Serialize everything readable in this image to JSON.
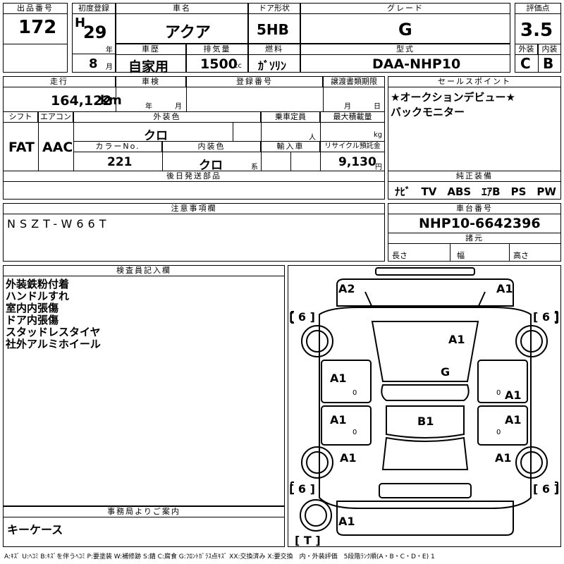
{
  "header": {
    "lot_label": "出品番号",
    "lot": "172",
    "reg_label": "初度登録",
    "era": "H",
    "year": "29",
    "year_unit": "年",
    "month": "8",
    "month_unit": "月",
    "name_label": "車名",
    "name": "アクア",
    "door_label": "ドア形状",
    "door": "5HB",
    "grade_label": "グレード",
    "grade": "G",
    "score_label": "評価点",
    "score": "3.5",
    "history_label": "車歴",
    "history": "自家用",
    "displacement_label": "排気量",
    "displacement": "1500",
    "displacement_unit": "cc",
    "fuel_label": "燃料",
    "fuel": "ｶﾞｿﾘﾝ",
    "model_label": "型式",
    "model": "DAA-NHP10",
    "ext_label": "外装",
    "ext_grade": "C",
    "int_label": "内装",
    "int_grade": "B"
  },
  "row2": {
    "mileage_label": "走行",
    "mileage": "164,122",
    "mileage_unit": "km",
    "inspection_label": "車検",
    "insp_year_unit": "年",
    "insp_month_unit": "月",
    "regno_label": "登録番号",
    "transfer_label": "譲渡書類期限",
    "tr_month_unit": "月",
    "tr_day_unit": "日",
    "shift_label": "シフト",
    "shift": "FAT",
    "ac_label": "エアコン",
    "ac": "AAC",
    "color_label": "外装色",
    "color": "クロ",
    "capacity_label": "乗車定員",
    "capacity_unit": "人",
    "load_label": "最大積載量",
    "load_unit": "kg",
    "colorno_label": "カラーNo.",
    "colorno": "221",
    "intcolor_label": "内装色",
    "intcolor": "クロ",
    "intcolor_unit": "系",
    "import_label": "輸入車",
    "recycle_label": "リサイクル預託金",
    "recycle": "9,130",
    "recycle_unit": "円",
    "later_label": "後日発送部品"
  },
  "sales": {
    "label": "セールスポイント",
    "lines": [
      "★オークションデビュー★",
      "バックモニター"
    ]
  },
  "equipment": {
    "label": "純正装備",
    "items": "ﾅﾋﾞ　TV　ABS　ｴｱB　PS　PW"
  },
  "notes": {
    "label": "注意事項欄",
    "text": "NSZT-W66T"
  },
  "chassis": {
    "label": "車台番号",
    "value": "NHP10-6642396"
  },
  "dims": {
    "label": "諸元",
    "length": "長さ",
    "width": "幅",
    "height": "高さ"
  },
  "inspector": {
    "label": "検査員記入欄",
    "lines": [
      "外装鉄粉付着",
      "ハンドルすれ",
      "室内内張傷",
      "ドア内張傷",
      "スタッドレスタイヤ",
      "社外アルミホイール"
    ]
  },
  "office": {
    "label": "事務局よりご案内",
    "text": "キーケース"
  },
  "diagram": {
    "marks": {
      "front_left": "A2",
      "front_right": "A1",
      "hood": "A1",
      "windshield": "G",
      "fl_door": "A1",
      "fr_door": "A1",
      "rl_door": "A1",
      "rr_door": "A1",
      "roof": "B1",
      "rl_fender": "A1",
      "rr_fender": "A1",
      "rear": "A1",
      "tire_fl": "[ 6 ]",
      "tire_fr": "[ 6 ]",
      "tire_rl": "[ 6 ]",
      "tire_rr": "[ 6 ]",
      "spare": "[ T ]",
      "zero1": "0",
      "zero2": "0",
      "zero3": "0",
      "zero4": "0"
    }
  },
  "legend": "A:ｷｽﾞ U:ﾍｺﾐ B:ｷｽﾞを伴うﾍｺﾐ P:要塗装 W:補修跡 S:錆 C:腐食 G:ﾌﾛﾝﾄｶﾞﾗｽ点ｷｽﾞ XX:交換済み X:要交換　内・外装評価　5段階ﾗﾝｸ順(A・B・C・D・E) 1"
}
